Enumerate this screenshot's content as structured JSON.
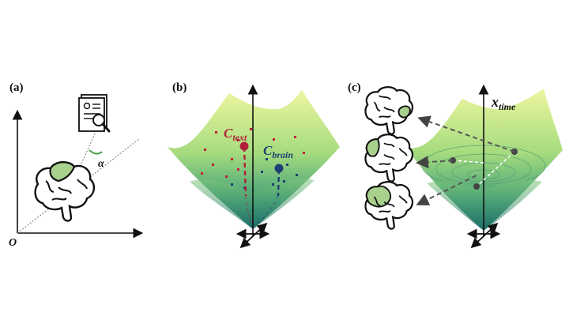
{
  "panels": {
    "a": {
      "label": "(a)",
      "origin_label": "O",
      "angle_label": "α"
    },
    "b": {
      "label": "(b)",
      "text_center": {
        "symbol": "C",
        "subscript": "text"
      },
      "brain_center": {
        "symbol": "C",
        "subscript": "brain"
      }
    },
    "c": {
      "label": "(c)",
      "axis_label": {
        "symbol": "x",
        "subscript": "time"
      }
    }
  },
  "colors": {
    "surface_top": "#e6f28a",
    "surface_mid": "#8fd17a",
    "surface_bottom": "#1f7a6e",
    "text_marker": "#b0203a",
    "brain_marker": "#1e3f73",
    "brain_highlight": "#a9d18e",
    "arrow_dash": "#555555"
  }
}
